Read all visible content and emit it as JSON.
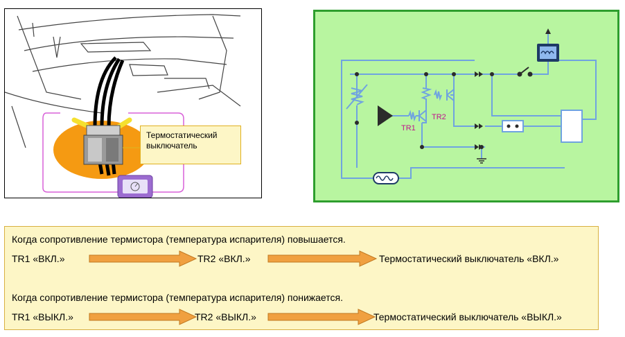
{
  "left_panel": {
    "callout_text": "Термостатический\nвыключатель"
  },
  "circuit": {
    "tr1_label": "TR1",
    "tr2_label": "TR2"
  },
  "explanation": {
    "rising": {
      "heading": "Когда сопротивление термистора (температура испарителя) повышается.",
      "step1": "TR1 «ВКЛ.»",
      "step2": "TR2 «ВКЛ.»",
      "step3": "Термостатический выключатель «ВКЛ.»"
    },
    "falling": {
      "heading": "Когда сопротивление термистора (температура испарителя) понижается.",
      "step1": "TR1 «ВЫКЛ.»",
      "step2": "TR2 «ВЫКЛ.»",
      "step3": "Термостатический выключатель «ВЫКЛ.»"
    }
  },
  "colors": {
    "arrow_fill": "#f0a040",
    "wire_blue": "#6fa3e0",
    "panel_green": "#b8f5a0",
    "callout_bg": "#fdf6c6"
  }
}
